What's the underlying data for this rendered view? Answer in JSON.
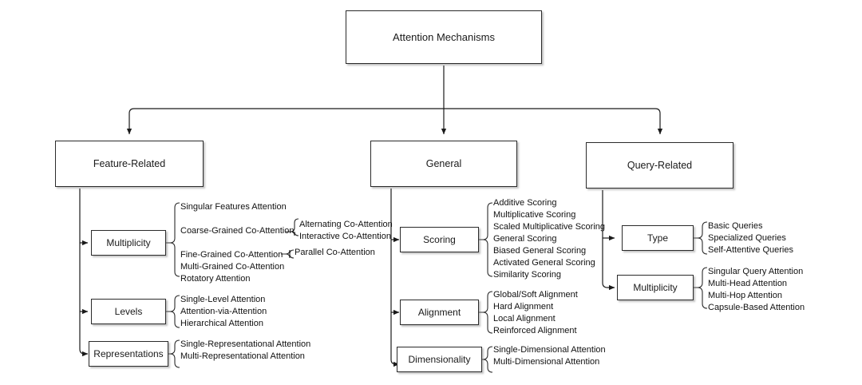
{
  "diagram": {
    "title": "Attention Mechanisms",
    "root": {
      "label": "Attention Mechanisms"
    },
    "categories": [
      {
        "label": "Feature-Related",
        "subcategories": [
          {
            "label": "Multiplicity",
            "leaves": [
              {
                "label": "Singular Features Attention"
              },
              {
                "label": "Coarse-Grained Co-Attention",
                "children": [
                  {
                    "label": "Alternating Co-Attention"
                  },
                  {
                    "label": "Interactive Co-Attention"
                  }
                ]
              },
              {
                "label": "Fine-Grained Co-Attention",
                "children": [
                  {
                    "label": "Parallel Co-Attention"
                  }
                ]
              },
              {
                "label": "Multi-Grained Co-Attention"
              },
              {
                "label": "Rotatory Attention"
              }
            ]
          },
          {
            "label": "Levels",
            "leaves": [
              {
                "label": "Single-Level Attention"
              },
              {
                "label": "Attention-via-Attention"
              },
              {
                "label": "Hierarchical Attention"
              }
            ]
          },
          {
            "label": "Representations",
            "leaves": [
              {
                "label": "Single-Representational Attention"
              },
              {
                "label": "Multi-Representational Attention"
              }
            ]
          }
        ]
      },
      {
        "label": "General",
        "subcategories": [
          {
            "label": "Scoring",
            "leaves": [
              {
                "label": "Additive Scoring"
              },
              {
                "label": "Multiplicative Scoring"
              },
              {
                "label": "Scaled Multiplicative Scoring"
              },
              {
                "label": "General Scoring"
              },
              {
                "label": "Biased General Scoring"
              },
              {
                "label": "Activated General Scoring"
              },
              {
                "label": "Similarity Scoring"
              }
            ]
          },
          {
            "label": "Alignment",
            "leaves": [
              {
                "label": "Global/Soft Alignment"
              },
              {
                "label": "Hard Alignment"
              },
              {
                "label": "Local Alignment"
              },
              {
                "label": "Reinforced Alignment"
              }
            ]
          },
          {
            "label": "Dimensionality",
            "leaves": [
              {
                "label": "Single-Dimensional Attention"
              },
              {
                "label": "Multi-Dimensional Attention"
              }
            ]
          }
        ]
      },
      {
        "label": "Query-Related",
        "subcategories": [
          {
            "label": "Type",
            "leaves": [
              {
                "label": "Basic Queries"
              },
              {
                "label": "Specialized Queries"
              },
              {
                "label": "Self-Attentive Queries"
              }
            ]
          },
          {
            "label": "Multiplicity",
            "leaves": [
              {
                "label": "Singular Query Attention"
              },
              {
                "label": "Multi-Head Attention"
              },
              {
                "label": "Multi-Hop Attention"
              },
              {
                "label": "Capsule-Based Attention"
              }
            ]
          }
        ]
      }
    ],
    "colors": {
      "box_border": "#2b2b2b",
      "box_fill": "#ffffff",
      "connector": "#1a1a1a",
      "text": "#111111",
      "background": "#ffffff"
    }
  }
}
